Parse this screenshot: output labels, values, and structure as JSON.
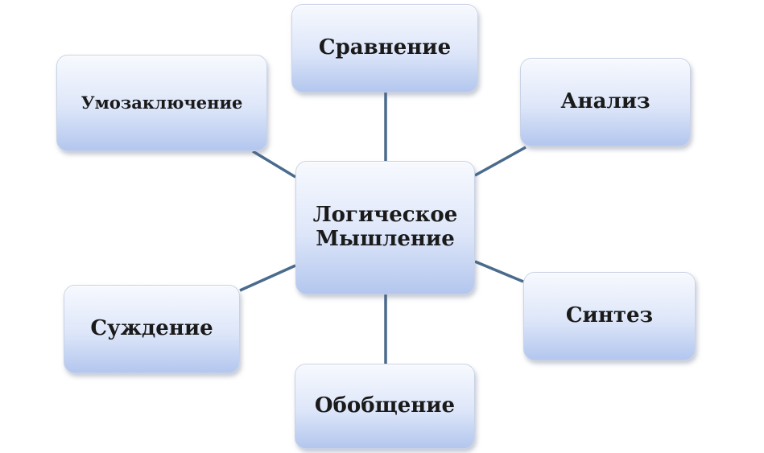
{
  "diagram": {
    "center": {
      "line1": "Логическое",
      "line2": "Мышление"
    },
    "nodes": {
      "sravnenie": "Сравнение",
      "analiz": "Анализ",
      "umozakl": "Умозаключение",
      "suzhdenie": "Суждение",
      "sintez": "Синтез",
      "obobshchenie": "Обобщение"
    },
    "colors": {
      "connector": "#4a6b8c",
      "box_top": "#f7f9fe",
      "box_bottom": "#b3c6ee",
      "text": "#1a1a1a"
    }
  }
}
